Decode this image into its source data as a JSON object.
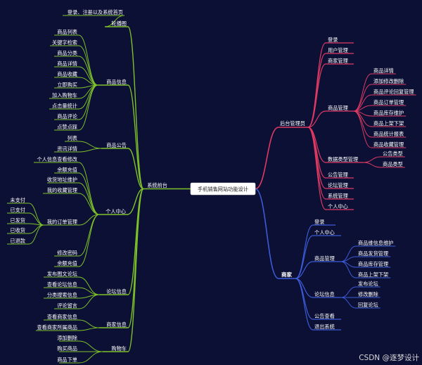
{
  "root": "手机销售网站功能设计",
  "colors": {
    "background": "#0c1034",
    "left": "#7ec22a",
    "admin": "#e03a63",
    "merchant": "#3b5bd8"
  },
  "left": {
    "title": "系统前台",
    "groups": [
      {
        "label": "轮播图",
        "items": [
          "登录、注册以及系统首页"
        ]
      },
      {
        "label": "商品信息",
        "items": [
          "商品列表",
          "关键字检索",
          "商品分类",
          "商品详情",
          "商品收藏",
          "立即购买",
          "加入购物车",
          "点击量统计",
          "商品评论",
          "点赞点踩"
        ]
      },
      {
        "label": "商品公告",
        "items": [
          "列表",
          "资讯详情"
        ]
      },
      {
        "label": "个人中心",
        "items": [
          "个人信息查看修改",
          "余额充值",
          "收货地址维护",
          "我的收藏管理",
          "我的订单管理",
          "修改密码",
          "余额充值"
        ],
        "order_status": [
          "未支付",
          "已支付",
          "已发货",
          "已收货",
          "已退款"
        ]
      },
      {
        "label": "论坛信息",
        "items": [
          "发布图文论坛",
          "查看论坛信息",
          "分类搜索信息",
          "评论留言"
        ]
      },
      {
        "label": "商家信息",
        "items": [
          "查看商家信息",
          "查看商家所属商品"
        ]
      },
      {
        "label": "购物车",
        "items": [
          "添加删除",
          "购买商品",
          "商品下单"
        ]
      }
    ]
  },
  "admin": {
    "title": "后台管理员",
    "items": [
      "登录",
      "用户管理",
      "商家管理",
      "商品管理",
      "数据类型管理",
      "公告管理",
      "论坛管理",
      "系统管理",
      "个人中心"
    ],
    "goods_children": [
      "商品详情",
      "添加修改删除",
      "商品评论回复管理",
      "商品订单管理",
      "商品库存维护",
      "商品上架下架",
      "商品统计报表",
      "商品收藏管理"
    ],
    "type_children": [
      "公告类型",
      "商品类型"
    ]
  },
  "merchant": {
    "title": "商家",
    "items": [
      "登录",
      "个人中心",
      "商品管理",
      "论坛信息",
      "公告查看",
      "退出系统"
    ],
    "goods_children": [
      "商品维信息维护",
      "商品发货管理",
      "商品库存管理",
      "商品上架下架"
    ],
    "forum_children": [
      "发布论坛",
      "修改删除",
      "回复论坛"
    ]
  },
  "watermark": "CSDN @逐梦设计"
}
